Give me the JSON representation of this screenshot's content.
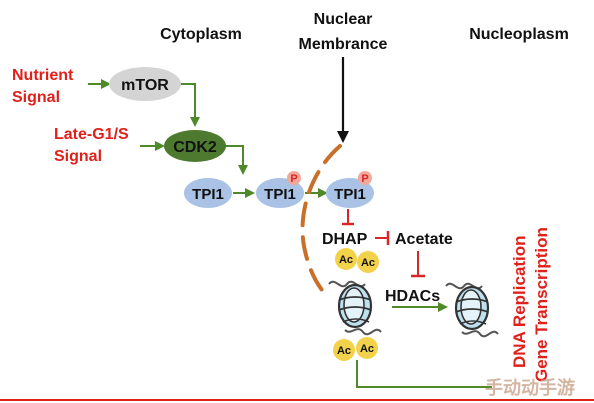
{
  "headers": {
    "cytoplasm": "Cytoplasm",
    "nuclear_line1": "Nuclear",
    "nuclear_line2": "Membrance",
    "nucleoplasm": "Nucleoplasm"
  },
  "signals": {
    "nutrient_line1": "Nutrient",
    "nutrient_line2": "Signal",
    "lateg1s_line1": "Late-G1/S",
    "lateg1s_line2": "Signal"
  },
  "nodes": {
    "mtor": "mTOR",
    "cdk2": "CDK2",
    "tpi1_a": "TPI1",
    "tpi1_b": "TPI1",
    "tpi1_c": "TPI1",
    "phospho_b": "P",
    "phospho_c": "P",
    "dhap": "DHAP",
    "acetate": "Acetate",
    "hdacs": "HDACs",
    "ac_1": "Ac",
    "ac_2": "Ac",
    "ac_3": "Ac",
    "ac_4": "Ac"
  },
  "outcome": {
    "line1": "DNA Replication",
    "line2": "Gene Transcription"
  },
  "watermark": "手动动手游",
  "colors": {
    "signal_red": "#e0201b",
    "arrow_green": "#4f8a2a",
    "inhibit_red": "#d9262a",
    "membrane_orange": "#c8702a",
    "tpi_blue": "#a9c2e6",
    "mtor_gray": "#d4d4d4",
    "cdk2_green": "#4d7a2f",
    "ac_yellow": "#f2d24a",
    "phospho_pink": "#f4a89a",
    "bottom_rule": "#e0201b"
  }
}
